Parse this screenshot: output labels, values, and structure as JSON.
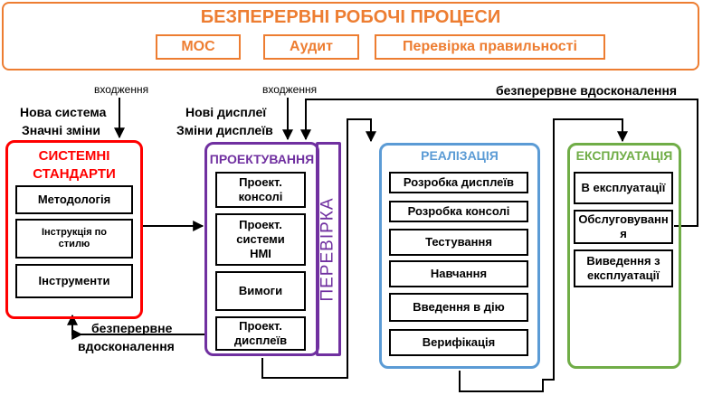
{
  "banner": {
    "title": "БЕЗПЕРЕРВНІ РОБОЧІ ПРОЦЕСИ",
    "chips": [
      "МОС",
      "Аудит",
      "Перевірка правильності"
    ]
  },
  "inputs": {
    "left_note": "входження",
    "left_lines": [
      "Нова система",
      "Значні зміни"
    ],
    "mid_note": "входження",
    "mid_lines": [
      "Нові дисплеї",
      "Зміни дисплеїв"
    ],
    "improvement_top": "безперервне вдосконалення",
    "improvement_bottom": [
      "безперервне",
      "вдосконалення"
    ]
  },
  "standards": {
    "title_lines": [
      "СИСТЕМНІ",
      "СТАНДАРТИ"
    ],
    "items": [
      "Методологія",
      "Інструкція по стилю",
      "Інструменти"
    ]
  },
  "design": {
    "title": "ПРОЕКТУВАННЯ",
    "items": [
      "Проект. консолі",
      "Проект. системи HMI",
      "Вимоги",
      "Проект. дисплеїв"
    ],
    "verify": "ПЕРЕВІРКА"
  },
  "implementation": {
    "title": "РЕАЛІЗАЦІЯ",
    "items": [
      "Розробка дисплеїв",
      "Розробка консолі",
      "Тестування",
      "Навчання",
      "Введення в дію",
      "Верифікація"
    ]
  },
  "operation": {
    "title": "ЕКСПЛУАТАЦІЯ",
    "items": [
      "В експлуатації",
      "Обслуговування",
      "Виведення з експлуатації"
    ]
  },
  "colors": {
    "banner": "#ed7d31",
    "standards": "#ff0000",
    "design": "#7030a0",
    "implementation": "#5b9bd5",
    "operation": "#70ad47"
  }
}
